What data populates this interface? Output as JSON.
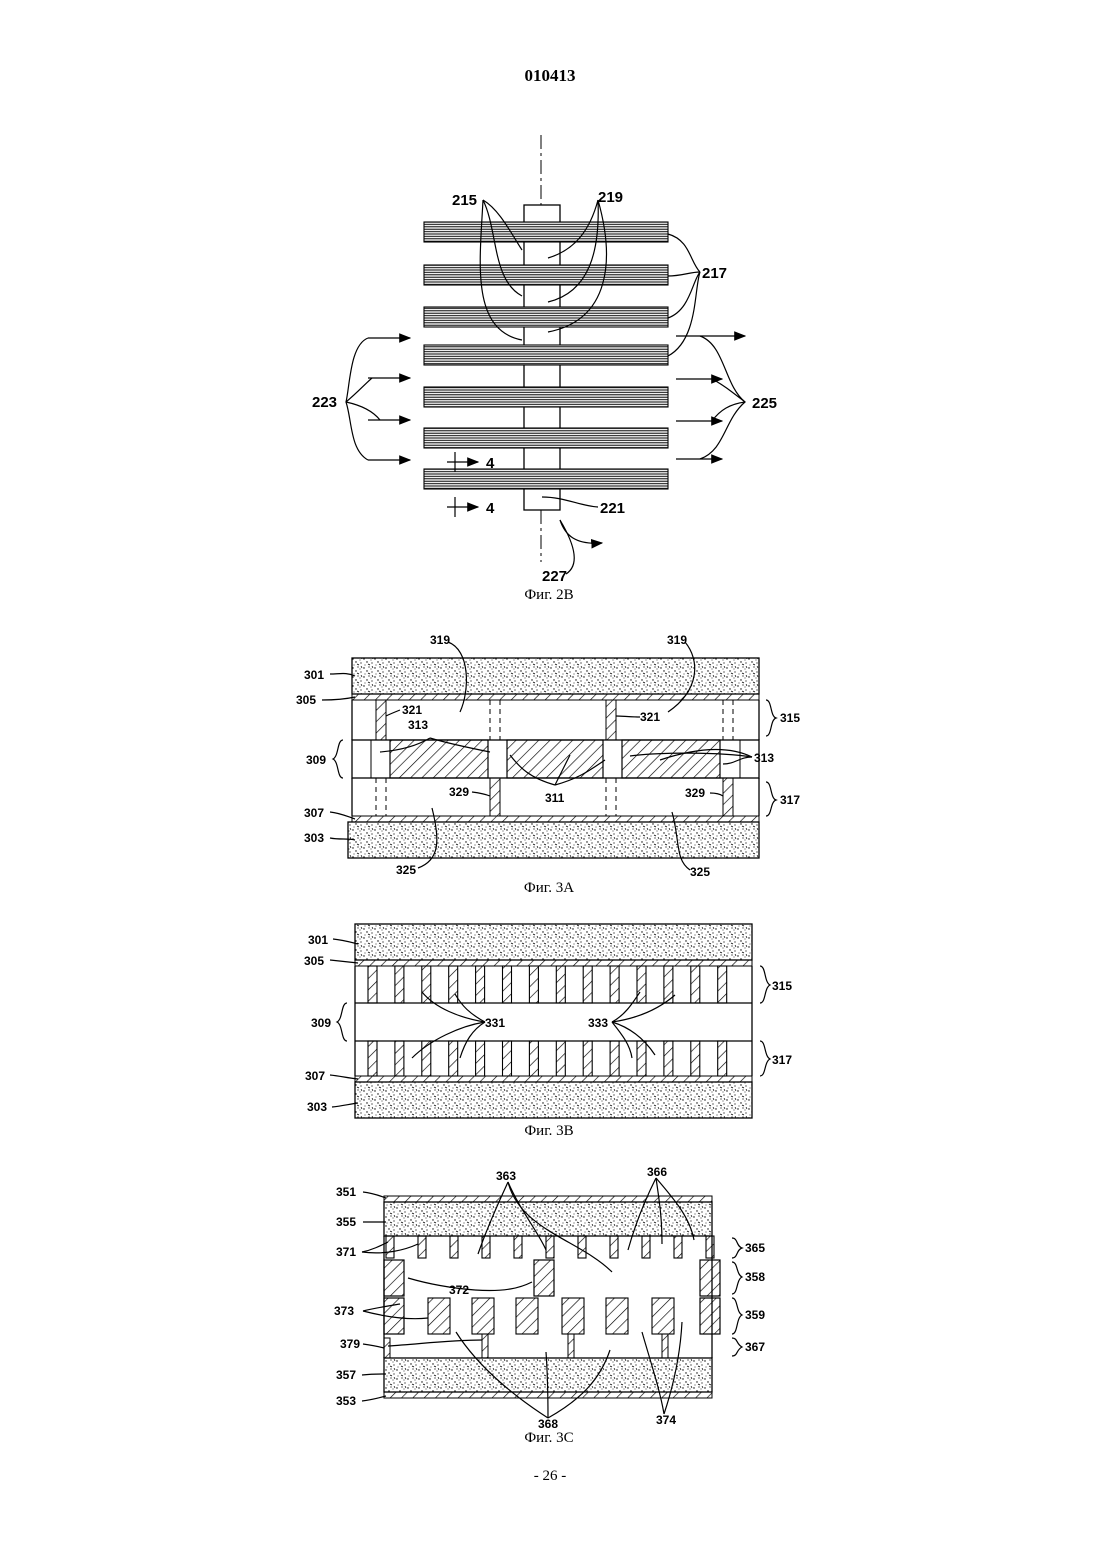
{
  "header": {
    "doc_number": "010413"
  },
  "footer": {
    "page_number": "- 26 -"
  },
  "figures": {
    "fig2b": {
      "caption": "Фиг. 2B",
      "labels": {
        "l215": "215",
        "l219": "219",
        "l217": "217",
        "l223": "223",
        "l225": "225",
        "l221": "221",
        "l227": "227",
        "l4a": "4",
        "l4b": "4"
      }
    },
    "fig3a": {
      "caption": "Фиг. 3A",
      "labels": {
        "l319a": "319",
        "l319b": "319",
        "l301": "301",
        "l305": "305",
        "l321a": "321",
        "l321b": "321",
        "l313a": "313",
        "l313b": "313",
        "l315": "315",
        "l309": "309",
        "l311": "311",
        "l329a": "329",
        "l329b": "329",
        "l317": "317",
        "l307": "307",
        "l303": "303",
        "l325a": "325",
        "l325b": "325"
      }
    },
    "fig3b": {
      "caption": "Фиг. 3B",
      "labels": {
        "l301": "301",
        "l305": "305",
        "l315": "315",
        "l309": "309",
        "l331": "331",
        "l333": "333",
        "l317": "317",
        "l307": "307",
        "l303": "303"
      }
    },
    "fig3c": {
      "caption": "Фиг. 3C",
      "labels": {
        "l363": "363",
        "l366": "366",
        "l351": "351",
        "l355": "355",
        "l371": "371",
        "l365": "365",
        "l372": "372",
        "l358": "358",
        "l373": "373",
        "l359": "359",
        "l379": "379",
        "l367": "367",
        "l357": "357",
        "l353": "353",
        "l368": "368",
        "l374": "374"
      }
    }
  }
}
